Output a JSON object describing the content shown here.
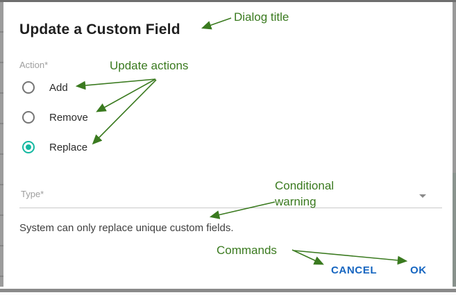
{
  "dialog": {
    "title": "Update a Custom Field",
    "action_group": {
      "label": "Action*",
      "options": [
        {
          "label": "Add",
          "selected": false
        },
        {
          "label": "Remove",
          "selected": false
        },
        {
          "label": "Replace",
          "selected": true
        }
      ]
    },
    "type_field": {
      "label": "Type*",
      "value": "",
      "expanded": false
    },
    "warning": "System can only replace unique custom fields.",
    "commands": {
      "cancel_label": "CANCEL",
      "ok_label": "OK"
    }
  },
  "annotations": {
    "dialog_title": "Dialog title",
    "update_actions": "Update actions",
    "conditional_warning_line1": "Conditional",
    "conditional_warning_line2": "warning",
    "commands": "Commands"
  },
  "colors": {
    "annotation_green": "#3a7a1f",
    "accent_teal": "#14b8a1",
    "accent_teal_halo": "#d5f2ec",
    "button_blue": "#1565c0",
    "label_gray": "#9e9e9e"
  }
}
